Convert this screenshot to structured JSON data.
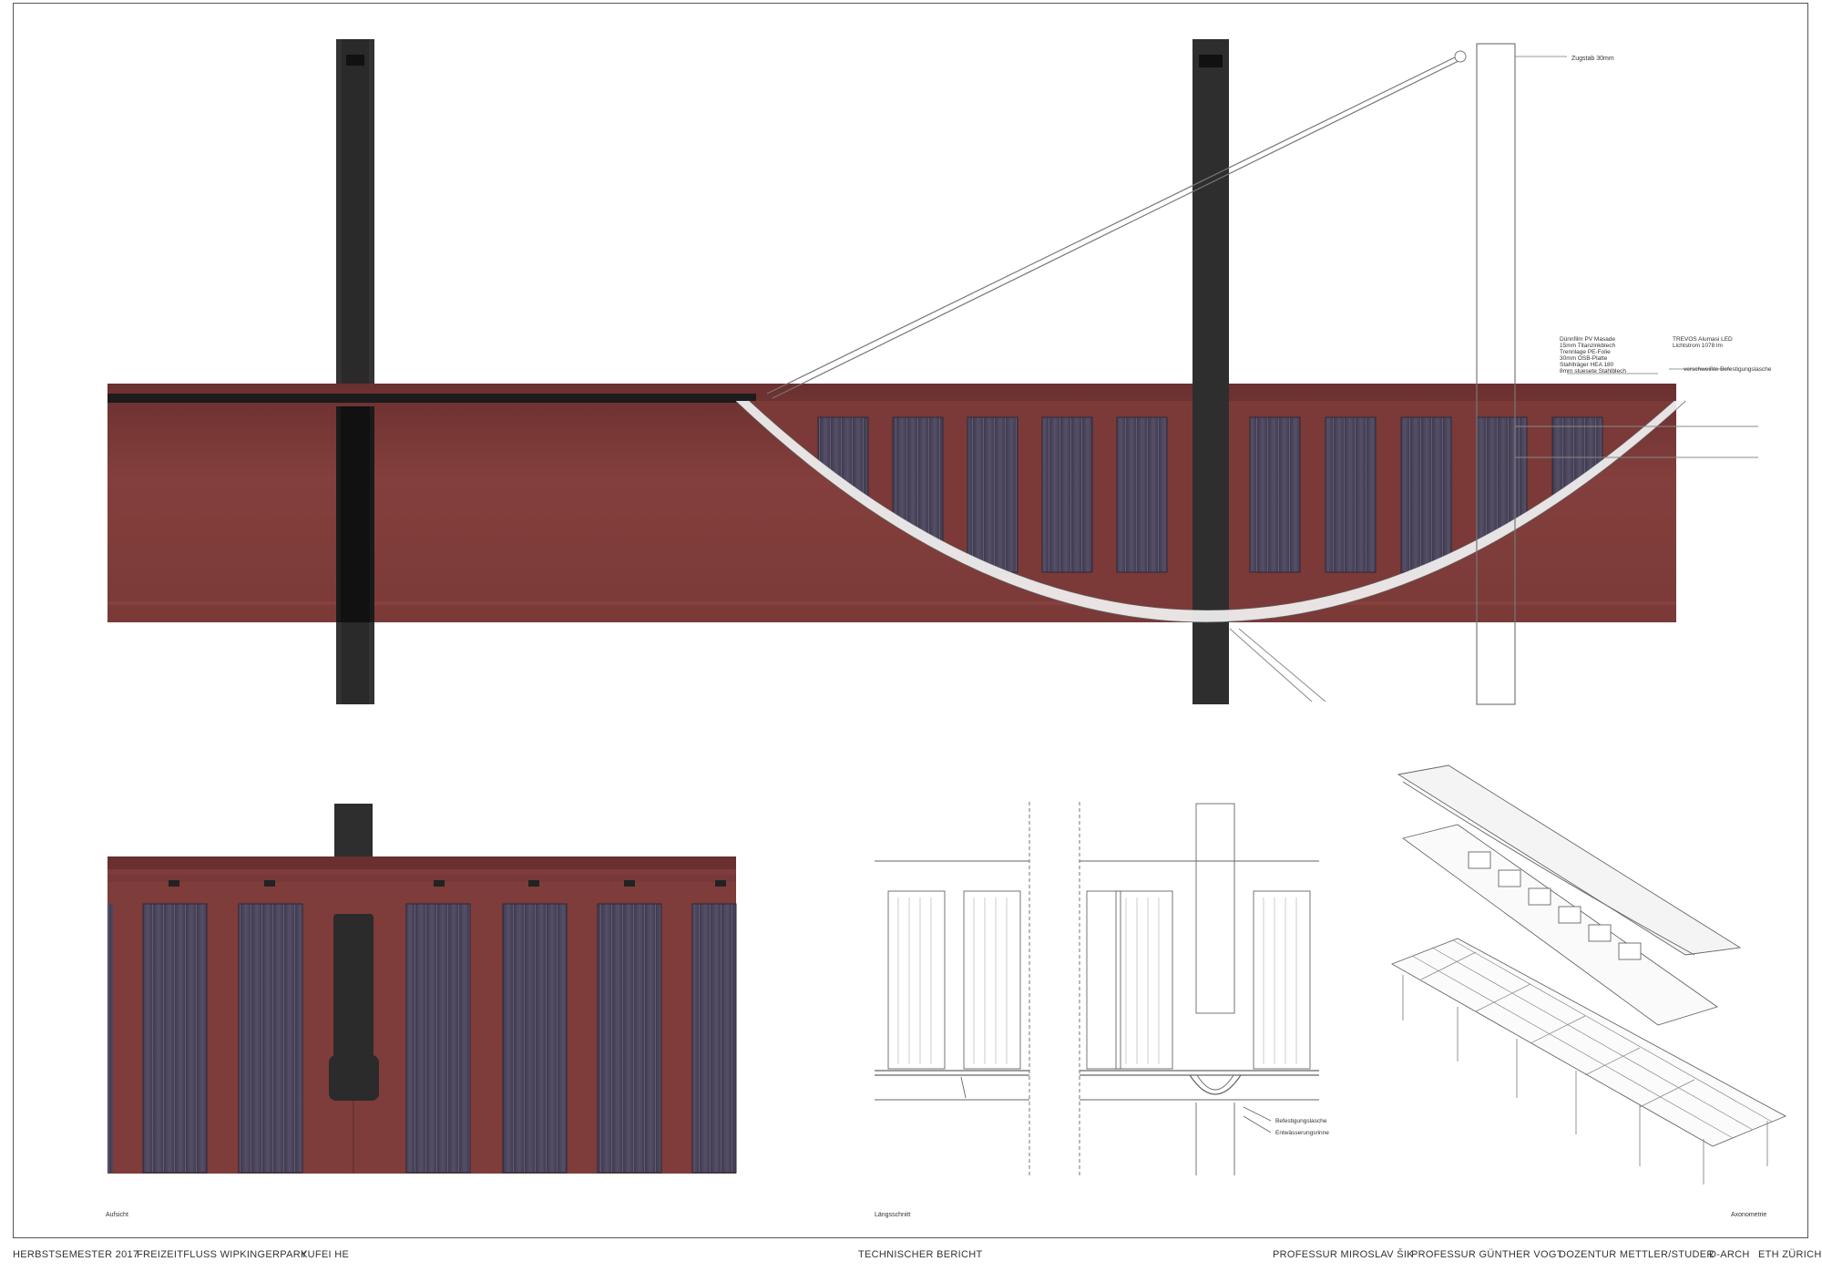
{
  "main_section": {
    "labels": {
      "zugstab": "Zugstab 30mm",
      "layers": [
        "Dünnfilm PV Masade",
        "15mm Titanzinkblech",
        "Trennlage PE-Folie",
        "30mm OSB-Platte",
        "Stahlträger HEA 180",
        "8mm stuesete Stahlblech"
      ],
      "leuchte": [
        "TREVOS Alumasi LED",
        "Lichtstrom 1078 lm"
      ],
      "befestigung": "verschweißte Befestigungslasche"
    }
  },
  "detail_section": {
    "labels": {
      "befestigungslasche": "Befestigungslasche",
      "entwaesserungsrinne": "Entwässerungsrinne"
    }
  },
  "captions": {
    "aufsicht": "Aufsicht",
    "laengsschnitt": "Längsschnitt",
    "axonometrie": "Axonometrie"
  },
  "footer": {
    "semester": "HERBSTSEMESTER 2017",
    "project": "FREIZEITFLUSS WIPKINGERPARK",
    "author": "YUFEI HE",
    "title": "TECHNISCHER BERICHT",
    "prof1": "PROFESSUR MIROSLAV ŠIK",
    "prof2": "PROFESSUR GÜNTHER VOGT",
    "dozentur": "DOZENTUR METTLER/STUDER",
    "dept": "D-ARCH",
    "school": "ETH ZÜRICH"
  },
  "colors": {
    "roof_red": "#7e3c3a",
    "roof_red_dark": "#6a302f",
    "panel_slate": "#4a4458",
    "column_dark": "#2e2e2e",
    "line": "#555555"
  }
}
